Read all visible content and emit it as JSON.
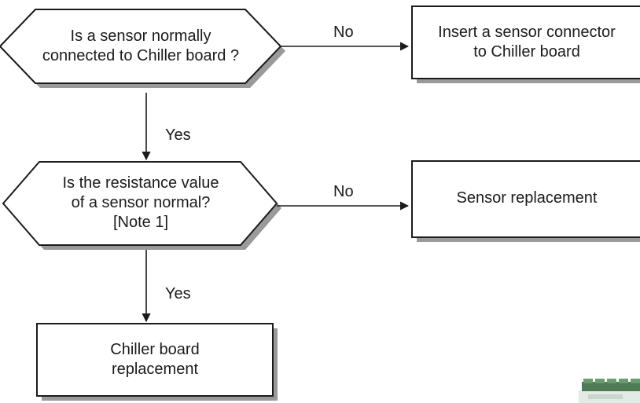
{
  "decisions": [
    {
      "id": "d1",
      "lines": [
        "Is a sensor normally",
        "connected to Chiller board ?"
      ]
    },
    {
      "id": "d2",
      "lines": [
        "Is the resistance value",
        "of a sensor normal?",
        "[Note 1]"
      ]
    }
  ],
  "processes": [
    {
      "id": "p1",
      "lines": [
        "Insert a sensor connector",
        "to Chiller board"
      ]
    },
    {
      "id": "p2",
      "lines": [
        "Sensor replacement"
      ]
    },
    {
      "id": "p3",
      "lines": [
        "Chiller board",
        "replacement"
      ]
    }
  ],
  "edges": [
    {
      "from": "d1",
      "to": "p1",
      "label": "No"
    },
    {
      "from": "d1",
      "to": "d2",
      "label": "Yes"
    },
    {
      "from": "d2",
      "to": "p2",
      "label": "No"
    },
    {
      "from": "d2",
      "to": "p3",
      "label": "Yes"
    }
  ],
  "colors": {
    "stroke": "#1b1b1b",
    "shadow": "#9a9a9a",
    "fill": "#ffffff"
  }
}
